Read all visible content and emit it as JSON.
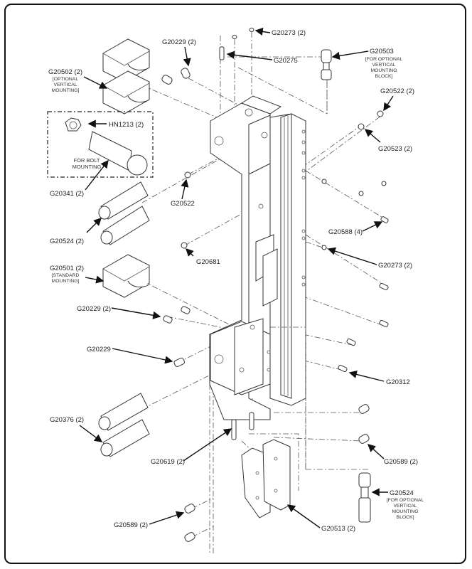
{
  "diagram": {
    "type": "exploded-parts-diagram",
    "callouts": [
      {
        "id": "c1",
        "part": "G20229 (2)",
        "note": []
      },
      {
        "id": "c2",
        "part": "G20273 (2)",
        "note": []
      },
      {
        "id": "c3",
        "part": "G20275",
        "note": []
      },
      {
        "id": "c4",
        "part": "G20503",
        "note": [
          "[FOR OPTIONAL",
          "VERTICAL",
          "MOUNTING",
          "BLOCK]"
        ]
      },
      {
        "id": "c5",
        "part": "G20502 (2)",
        "note": [
          "[OPTIONAL",
          "VERTICAL",
          "MOUNTING]"
        ]
      },
      {
        "id": "c6",
        "part": "G20522 (2)",
        "note": []
      },
      {
        "id": "c7",
        "part": "HN1213 (2)",
        "note": []
      },
      {
        "id": "c8",
        "part": "G20523 (2)",
        "note": []
      },
      {
        "id": "c9",
        "part": "G20341 (2)",
        "note": []
      },
      {
        "id": "c10",
        "part": "G20522",
        "note": []
      },
      {
        "id": "c11",
        "part": "G20524 (2)",
        "note": []
      },
      {
        "id": "c12",
        "part": "G20588 (4)",
        "note": []
      },
      {
        "id": "c13",
        "part": "G20681",
        "note": []
      },
      {
        "id": "c14",
        "part": "G20273 (2)",
        "note": []
      },
      {
        "id": "c15",
        "part": "G20501 (2)",
        "note": [
          "[STANDARD",
          "MOUNTING]"
        ]
      },
      {
        "id": "c16",
        "part": "G20229 (2)",
        "note": []
      },
      {
        "id": "c17",
        "part": "G20229",
        "note": []
      },
      {
        "id": "c18",
        "part": "G20312",
        "note": []
      },
      {
        "id": "c19",
        "part": "G20376 (2)",
        "note": []
      },
      {
        "id": "c20",
        "part": "G20589 (2)",
        "note": []
      },
      {
        "id": "c21",
        "part": "G20619 (2)",
        "note": []
      },
      {
        "id": "c22",
        "part": "G20524",
        "note": [
          "[FOR OPTIONAL",
          "VERTICAL",
          "MOUNTING",
          "BLOCK]"
        ]
      },
      {
        "id": "c23",
        "part": "G20589 (2)",
        "note": []
      },
      {
        "id": "c24",
        "part": "G20513 (2)",
        "note": []
      }
    ],
    "group_box": {
      "label": [
        "FOR BOLT",
        "MOUNTING"
      ]
    }
  }
}
